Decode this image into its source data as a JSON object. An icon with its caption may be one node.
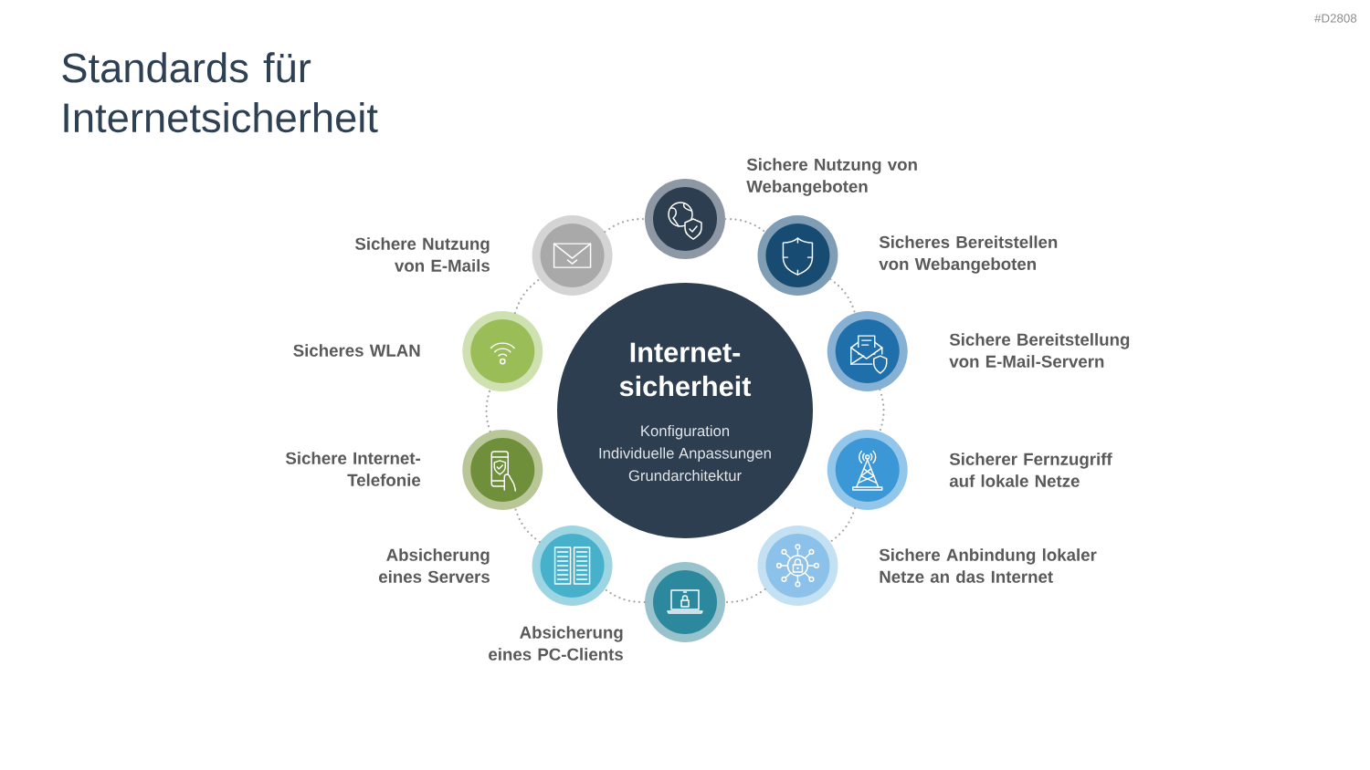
{
  "diagram": {
    "title": "Standards für Internetsicherheit",
    "nodes": [
      {
        "text": [
          "Internet- sicherheit",
          "Konfiguration",
          "Individuelle Anpassungen",
          "Grundarchitektur"
        ]
      },
      {
        "text": [
          "Sichere Nutzung von Webangeboten"
        ]
      },
      {
        "text": [
          "Sicheres Bereitstellen von Webangeboten"
        ]
      },
      {
        "text": [
          "Sichere Bereitstellung von E-Mail-Servern"
        ]
      },
      {
        "text": [
          "Sicherer Fernzugriff auf lokale Netze"
        ]
      },
      {
        "text": [
          "Sichere Anbindung lokaler Netze an das Internet"
        ]
      },
      {
        "text": [
          "Absicherung eines PC-Clients"
        ]
      },
      {
        "text": [
          "Absicherung eines Servers"
        ]
      },
      {
        "text": [
          "Sichere Internet- Telefonie"
        ]
      },
      {
        "text": [
          "Sicheres WLAN"
        ]
      },
      {
        "text": [
          "Sichere Nutzung von E-Mails"
        ]
      }
    ],
    "edges": [
      {
        "from": 1,
        "to": 2,
        "arrow": "none"
      },
      {
        "from": 2,
        "to": 3,
        "arrow": "none"
      },
      {
        "from": 3,
        "to": 4,
        "arrow": "none"
      },
      {
        "from": 4,
        "to": 5,
        "arrow": "none"
      },
      {
        "from": 5,
        "to": 6,
        "arrow": "none"
      },
      {
        "from": 6,
        "to": 7,
        "arrow": "none"
      },
      {
        "from": 7,
        "to": 8,
        "arrow": "none"
      },
      {
        "from": 8,
        "to": 9,
        "arrow": "none"
      },
      {
        "from": 9,
        "to": 10,
        "arrow": "none"
      },
      {
        "from": 10,
        "to": 1,
        "arrow": "none"
      }
    ],
    "labels": [
      "#D2808"
    ]
  }
}
